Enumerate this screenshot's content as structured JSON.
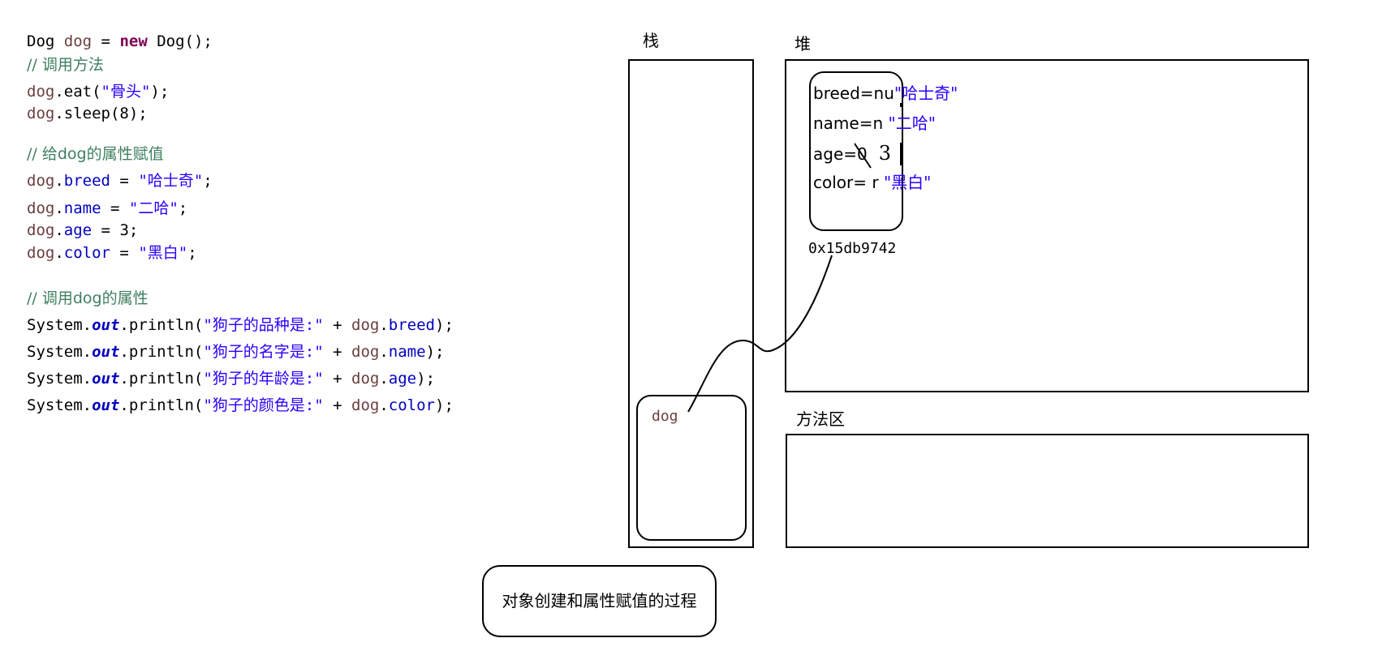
{
  "code": {
    "line1": {
      "type": "Dog",
      "var": "dog",
      "eq": " = ",
      "kw": "new",
      "rest": " Dog();"
    },
    "comment1": "// 调用方法",
    "eat": {
      "var": "dog",
      "mid": ".eat(",
      "str": "\"骨头\"",
      "end": ");"
    },
    "sleep": {
      "var": "dog",
      "mid": ".sleep(8);"
    },
    "comment2": "// 给dog的属性赋值",
    "assign": [
      {
        "var": "dog",
        "dot": ".",
        "field": "breed",
        "eq": " = ",
        "val": "\"哈士奇\"",
        "end": ";"
      },
      {
        "var": "dog",
        "dot": ".",
        "field": "name",
        "eq": " = ",
        "val": "\"二哈\"",
        "end": ";"
      },
      {
        "var": "dog",
        "dot": ".",
        "field": "age",
        "eq": " = ",
        "val": "3",
        "end": ";"
      },
      {
        "var": "dog",
        "dot": ".",
        "field": "color",
        "eq": " = ",
        "val": "\"黑白\"",
        "end": ";"
      }
    ],
    "comment3": "// 调用dog的属性",
    "prints": [
      {
        "pre": "System.",
        "out": "out",
        "mid": ".println(",
        "str": "\"狗子的品种是:\"",
        "plus": " + ",
        "var": "dog",
        "dot": ".",
        "field": "breed",
        "end": ");"
      },
      {
        "pre": "System.",
        "out": "out",
        "mid": ".println(",
        "str": "\"狗子的名字是:\"",
        "plus": " + ",
        "var": "dog",
        "dot": ".",
        "field": "name",
        "end": ");"
      },
      {
        "pre": "System.",
        "out": "out",
        "mid": ".println(",
        "str": "\"狗子的年龄是:\"",
        "plus": " + ",
        "var": "dog",
        "dot": ".",
        "field": "age",
        "end": ");"
      },
      {
        "pre": "System.",
        "out": "out",
        "mid": ".println(",
        "str": "\"狗子的颜色是:\"",
        "plus": " + ",
        "var": "dog",
        "dot": ".",
        "field": "color",
        "end": ");"
      }
    ]
  },
  "diagram": {
    "stack_label": "栈",
    "heap_label": "堆",
    "method_area_label": "方法区",
    "stack_var": "dog",
    "heap_fields": [
      {
        "old": "breed=nu",
        "new": "\"哈士奇\""
      },
      {
        "old": "name=n",
        "new": "\"二哈\""
      },
      {
        "old": "age=0",
        "new": "3"
      },
      {
        "old": "color= r",
        "new": "\"黑白\""
      }
    ],
    "address": "0x15db9742",
    "caption": "对象创建和属性赋值的过程"
  },
  "colors": {
    "keyword": "#7f0055",
    "string": "#2a00ff",
    "field": "#0000c0",
    "comment": "#3f7f5f",
    "local_var": "#6a3e3e"
  }
}
